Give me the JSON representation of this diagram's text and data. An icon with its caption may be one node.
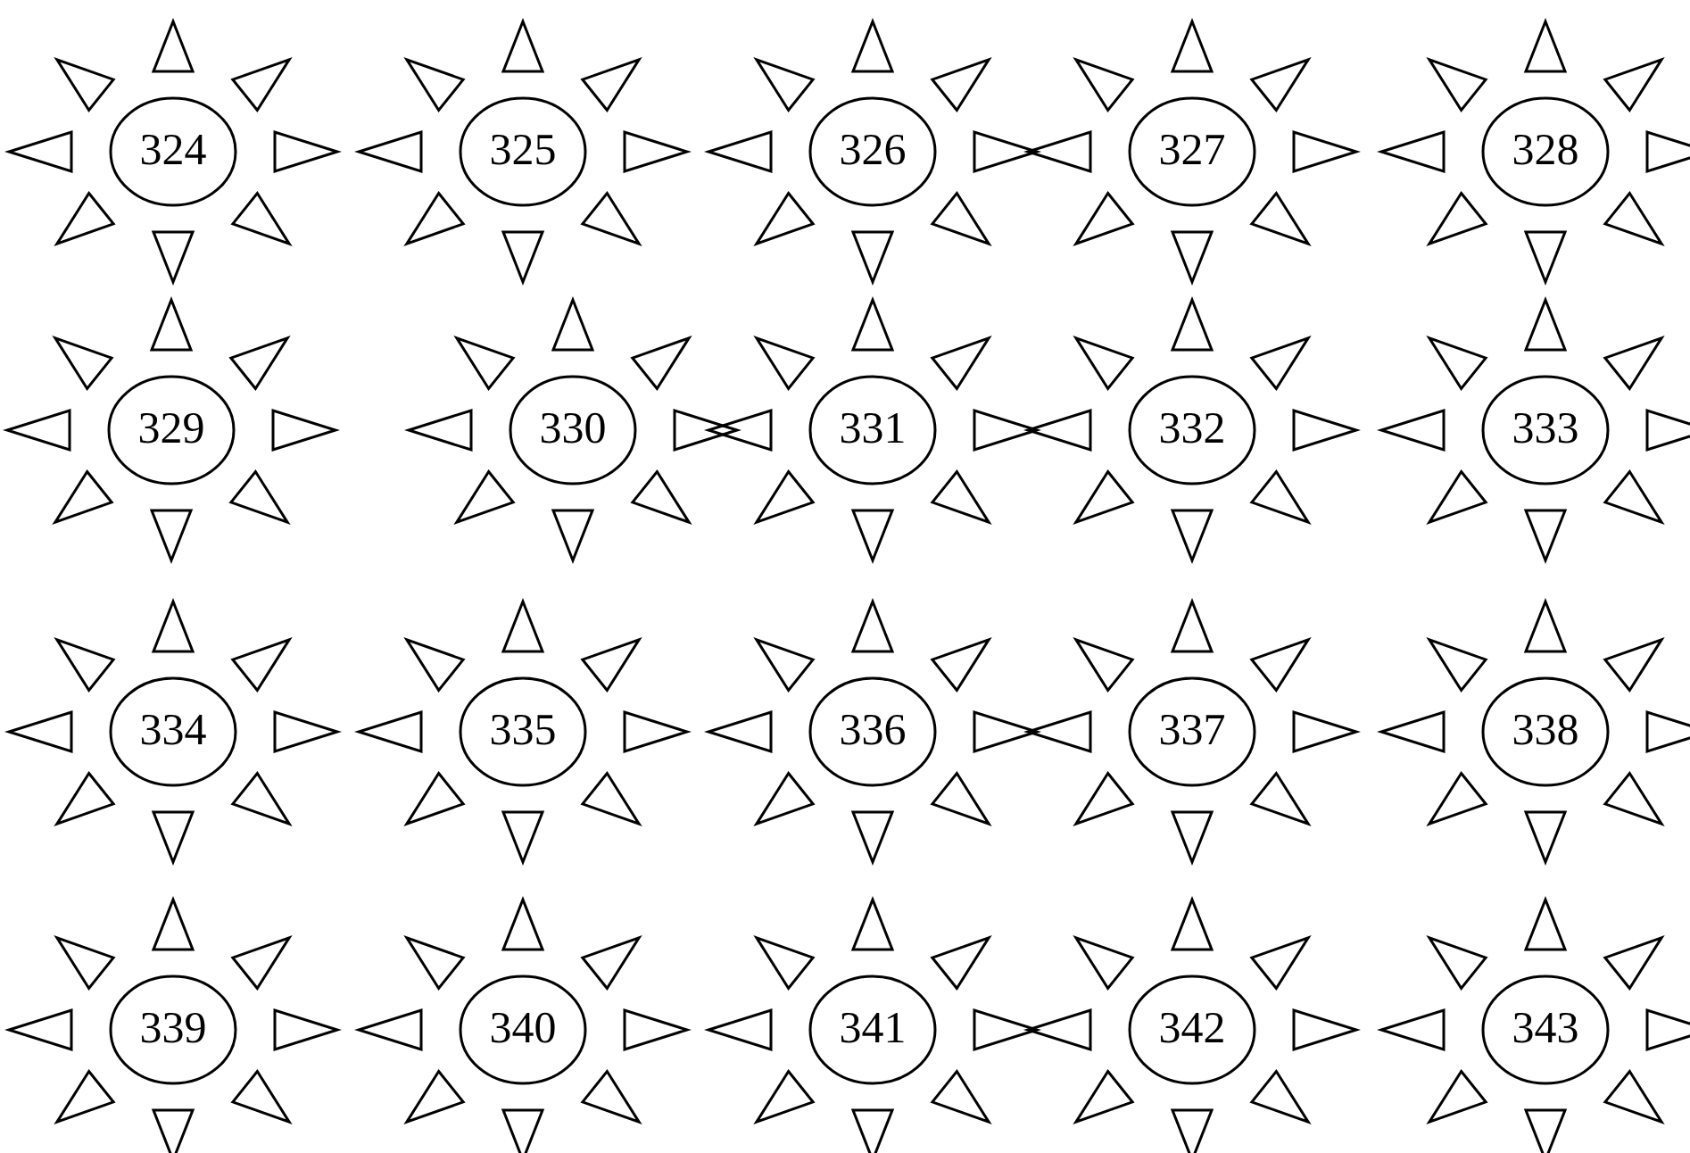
{
  "diagram": {
    "nodes": [
      {
        "text": [
          "324"
        ]
      },
      {
        "text": [
          "325"
        ]
      },
      {
        "text": [
          "326"
        ]
      },
      {
        "text": [
          "327"
        ]
      },
      {
        "text": [
          "328"
        ]
      },
      {
        "text": [
          "329"
        ]
      },
      {
        "text": [
          "330"
        ]
      },
      {
        "text": [
          "331"
        ]
      },
      {
        "text": [
          "332"
        ]
      },
      {
        "text": [
          "333"
        ]
      },
      {
        "text": [
          "334"
        ]
      },
      {
        "text": [
          "335"
        ]
      },
      {
        "text": [
          "336"
        ]
      },
      {
        "text": [
          "337"
        ]
      },
      {
        "text": [
          "338"
        ]
      },
      {
        "text": [
          "339"
        ]
      },
      {
        "text": [
          "340"
        ]
      },
      {
        "text": [
          "341"
        ]
      },
      {
        "text": [
          "342"
        ]
      },
      {
        "text": [
          "343"
        ]
      }
    ]
  }
}
